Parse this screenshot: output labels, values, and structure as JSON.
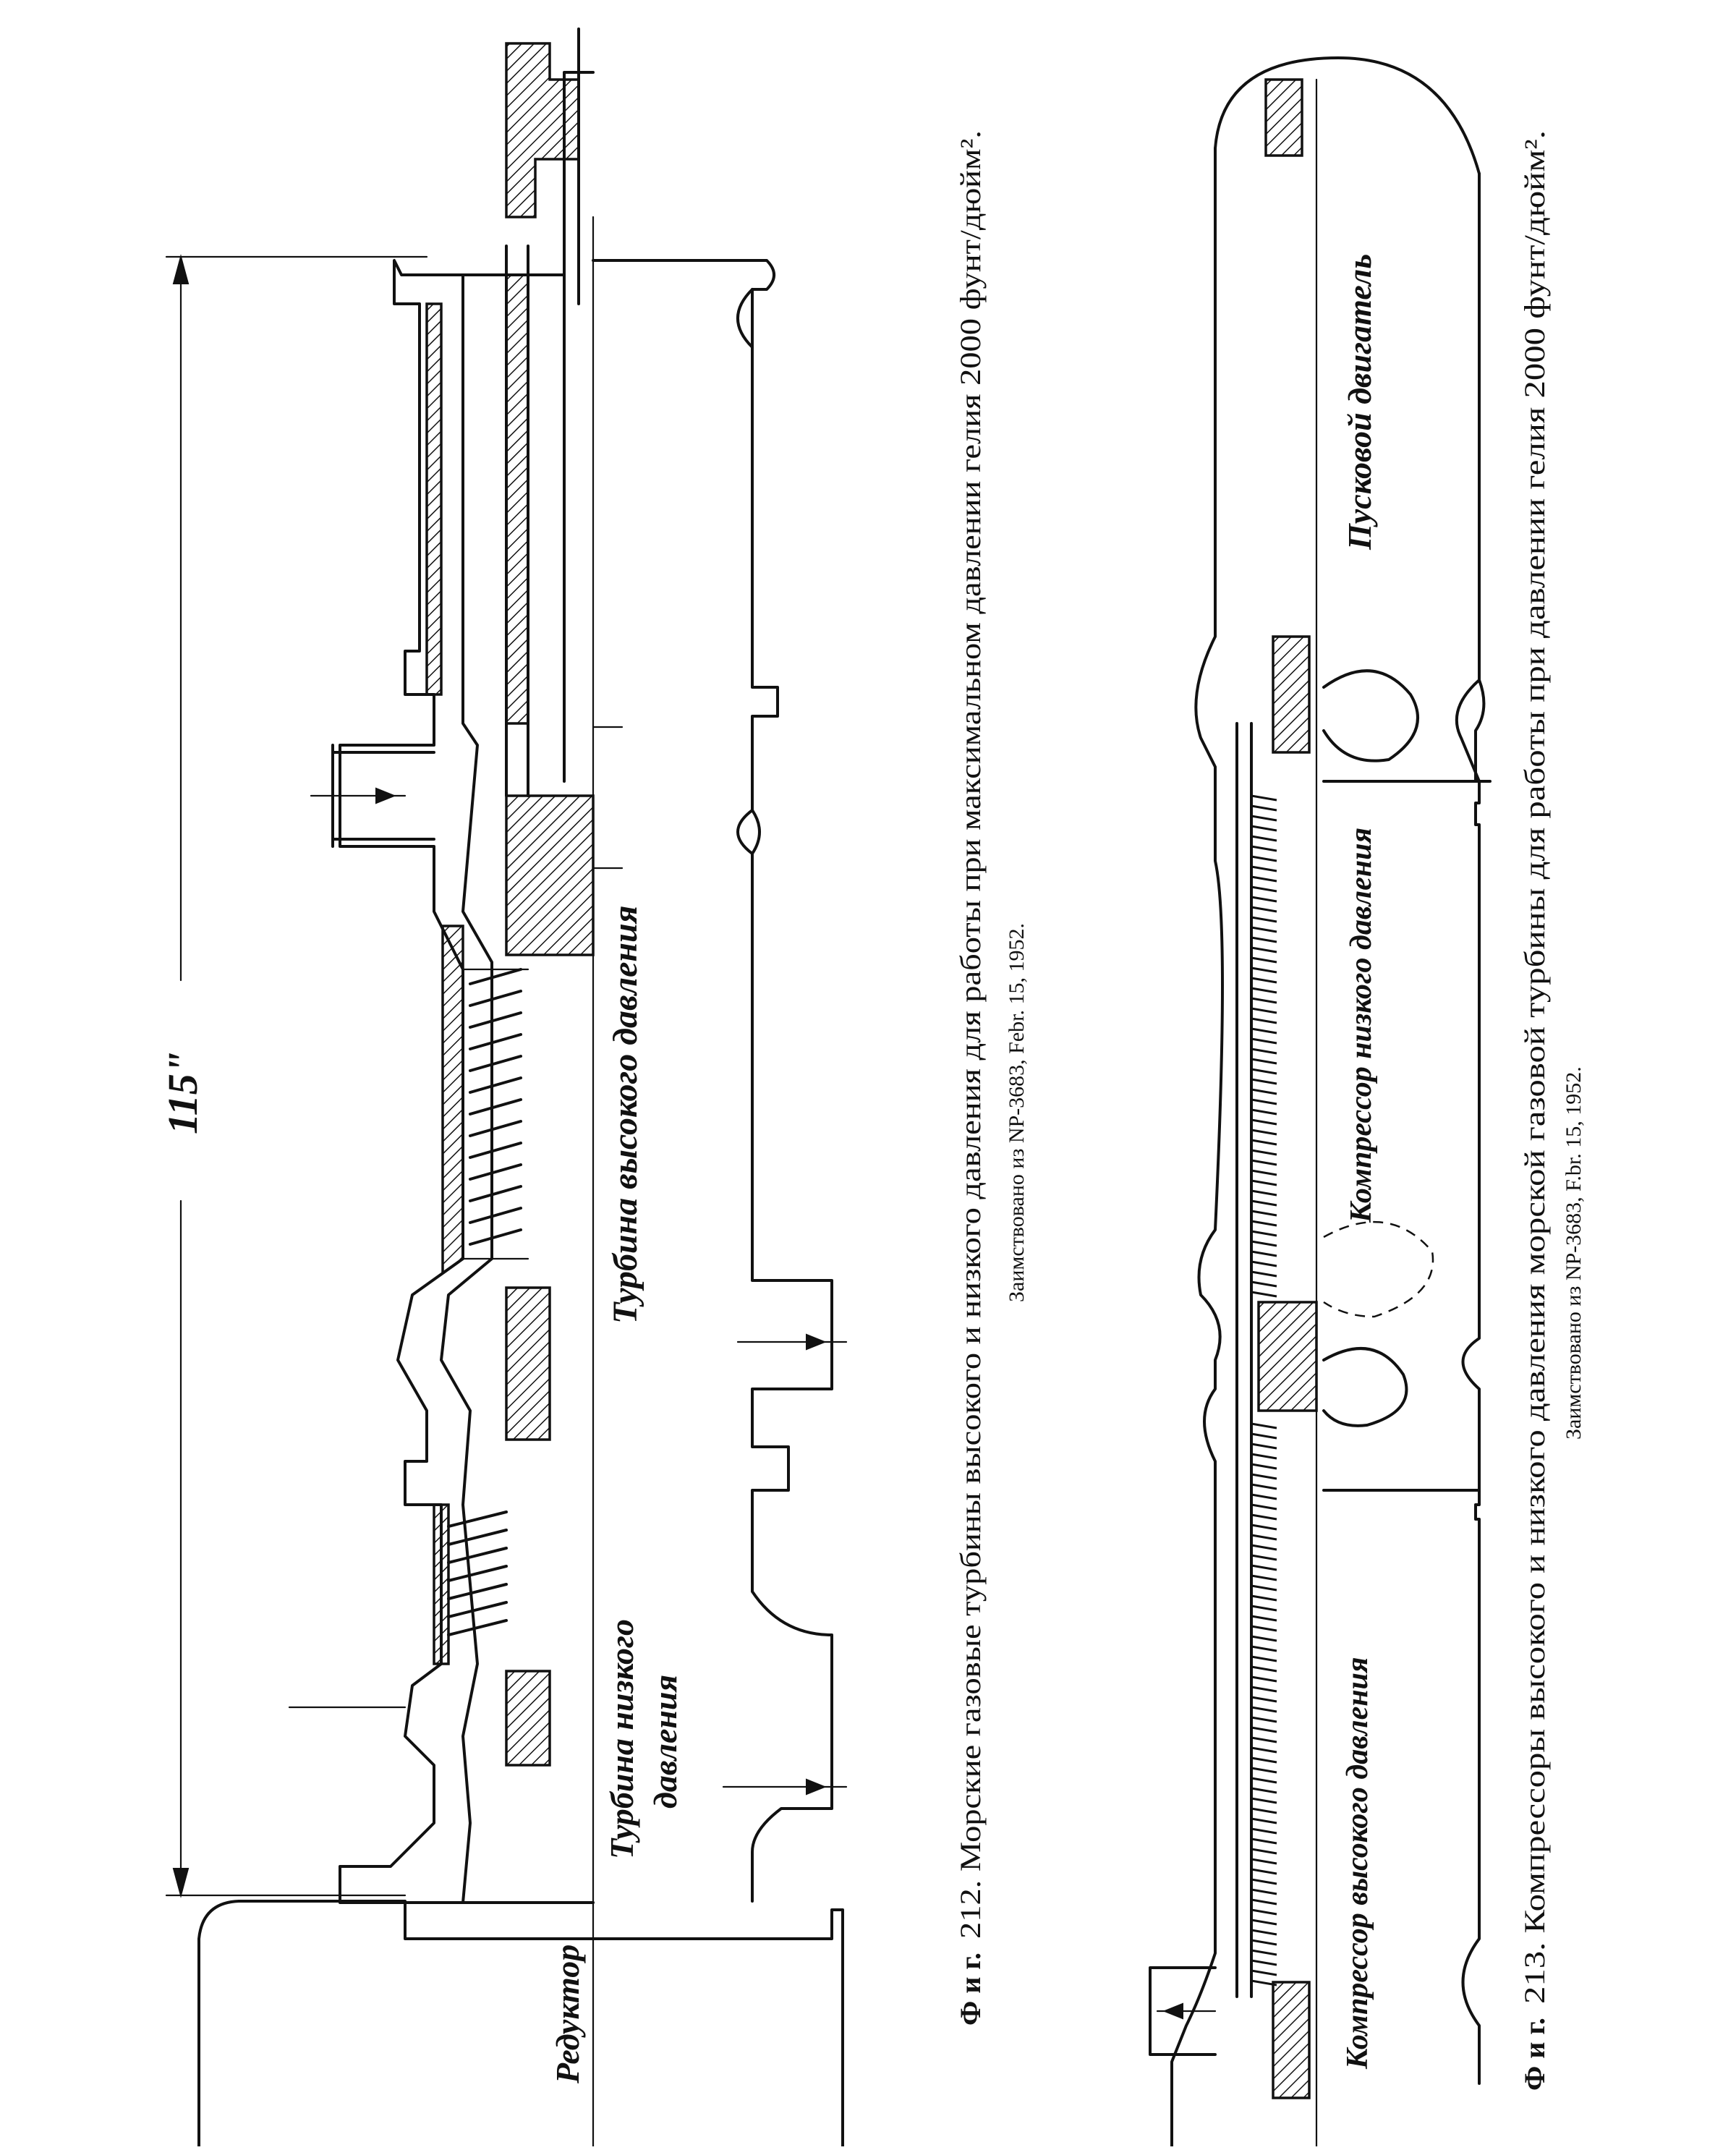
{
  "figure212": {
    "dimension": "115\"",
    "labels": {
      "reducer": "Редуктор",
      "hp_turbine": "Турбина высокого давления",
      "lp_turbine_1": "Турбина низкого",
      "lp_turbine_2": "давления"
    },
    "caption_prefix": "Ф и г.",
    "caption": "212. Морские газовые турбины высокого и низкого давления для работы при максимальном давлении гелия 2000 фунт/дюйм².",
    "source": "Заимствовано из NP-3683, Febr. 15, 1952."
  },
  "figure213": {
    "labels": {
      "starter": "Пусковой двигатель",
      "lp_compressor": "Компрессор низкого давления",
      "hp_compressor": "Компрессор высокого давления"
    },
    "caption_prefix": "Ф и г.",
    "caption": "213. Компрессоры высокого и низкого давления морской газовой турбины для работы при давлении гелия 2000 фунт/дюйм².",
    "source": "Заимствовано из NP-3683, F.br. 15, 1952."
  }
}
